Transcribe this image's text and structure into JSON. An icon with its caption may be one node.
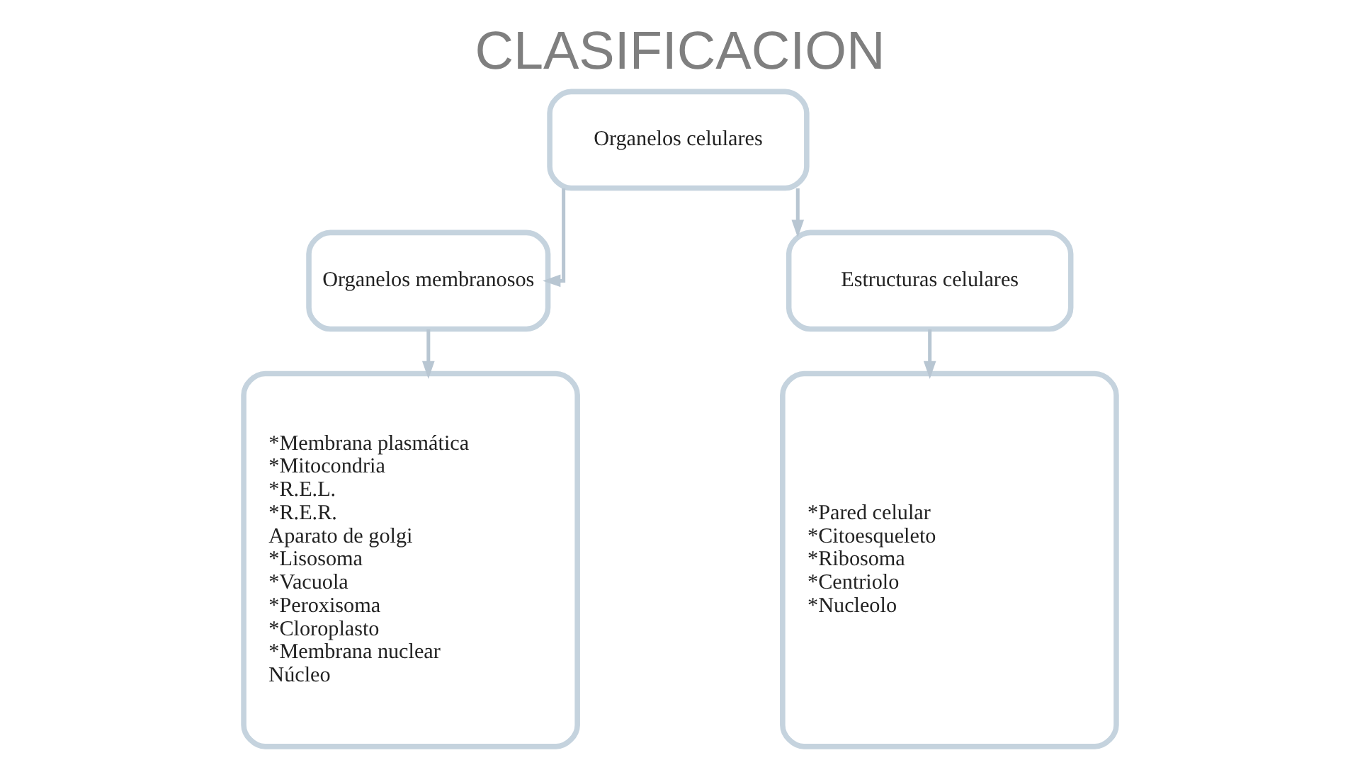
{
  "diagram": {
    "title": "CLASIFICACION",
    "nodes": [
      {
        "text": [
          "Organelos celulares"
        ]
      },
      {
        "text": [
          "Organelos membranosos"
        ]
      },
      {
        "text": [
          "Estructuras celulares"
        ]
      },
      {
        "text": [
          "*Membrana plasmática",
          "*Mitocondria",
          "*R.E.L.",
          "*R.E.R.",
          "Aparato de golgi",
          "*Lisosoma",
          "*Vacuola",
          "*Peroxisoma",
          "*Cloroplasto",
          "*Membrana nuclear",
          "Núcleo"
        ]
      },
      {
        "text": [
          "*Pared celular",
          "*Citoesqueleto",
          "*Ribosoma",
          "*Centriolo",
          "*Nucleolo"
        ]
      }
    ],
    "edges": [
      {
        "from": 0,
        "to": 1,
        "arrow": "to"
      },
      {
        "from": 0,
        "to": 2,
        "arrow": "to"
      },
      {
        "from": 1,
        "to": 3,
        "arrow": "to"
      },
      {
        "from": 2,
        "to": 4,
        "arrow": "to"
      }
    ]
  }
}
